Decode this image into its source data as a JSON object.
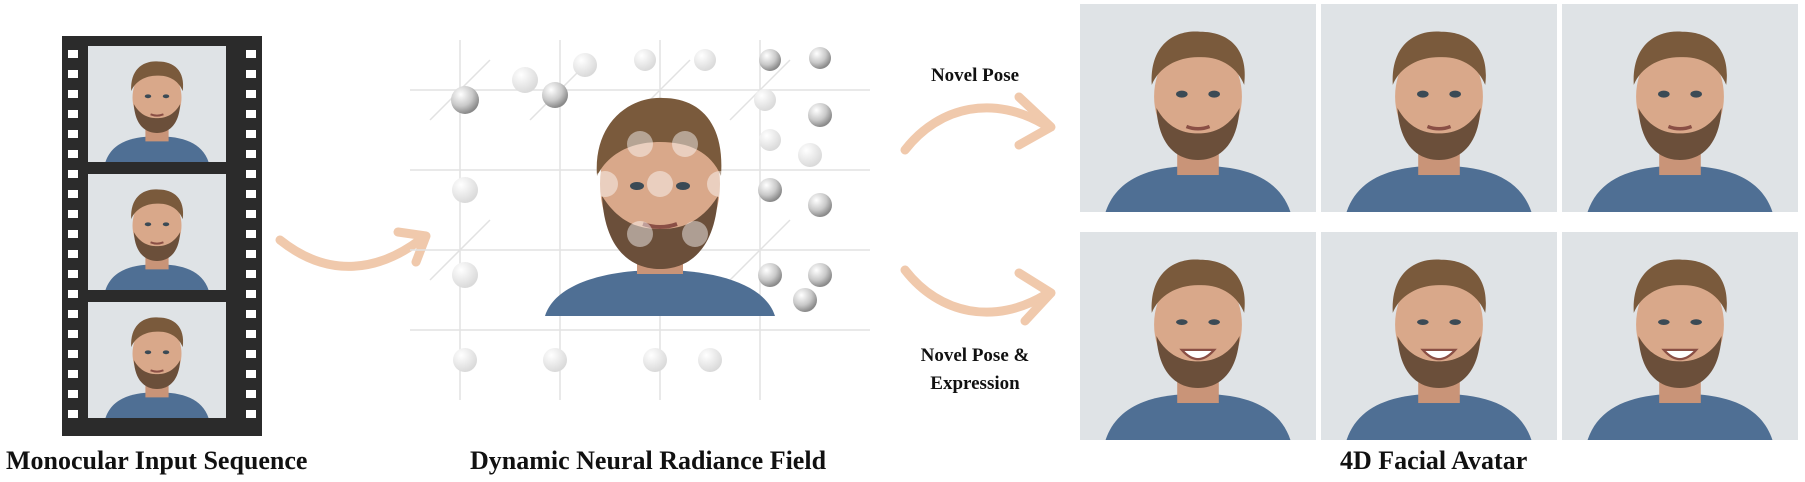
{
  "captions": {
    "input": "Monocular Input Sequence",
    "nerf": "Dynamic Neural Radiance Field",
    "avatar": "4D Facial Avatar"
  },
  "arrow_labels": {
    "novel_pose": "Novel Pose",
    "novel_pose_expression_line1": "Novel Pose &",
    "novel_pose_expression_line2": "Expression"
  },
  "colors": {
    "arrow": "#f0c9ac",
    "film": "#2b2b2b",
    "shirt": "#4f6f94",
    "skin": "#d9a88a",
    "hair": "#7a5a3c",
    "background": "#dfe3e6"
  },
  "icons": [
    "film-strip-icon",
    "sphere-grid-icon",
    "curved-arrow-icon"
  ]
}
